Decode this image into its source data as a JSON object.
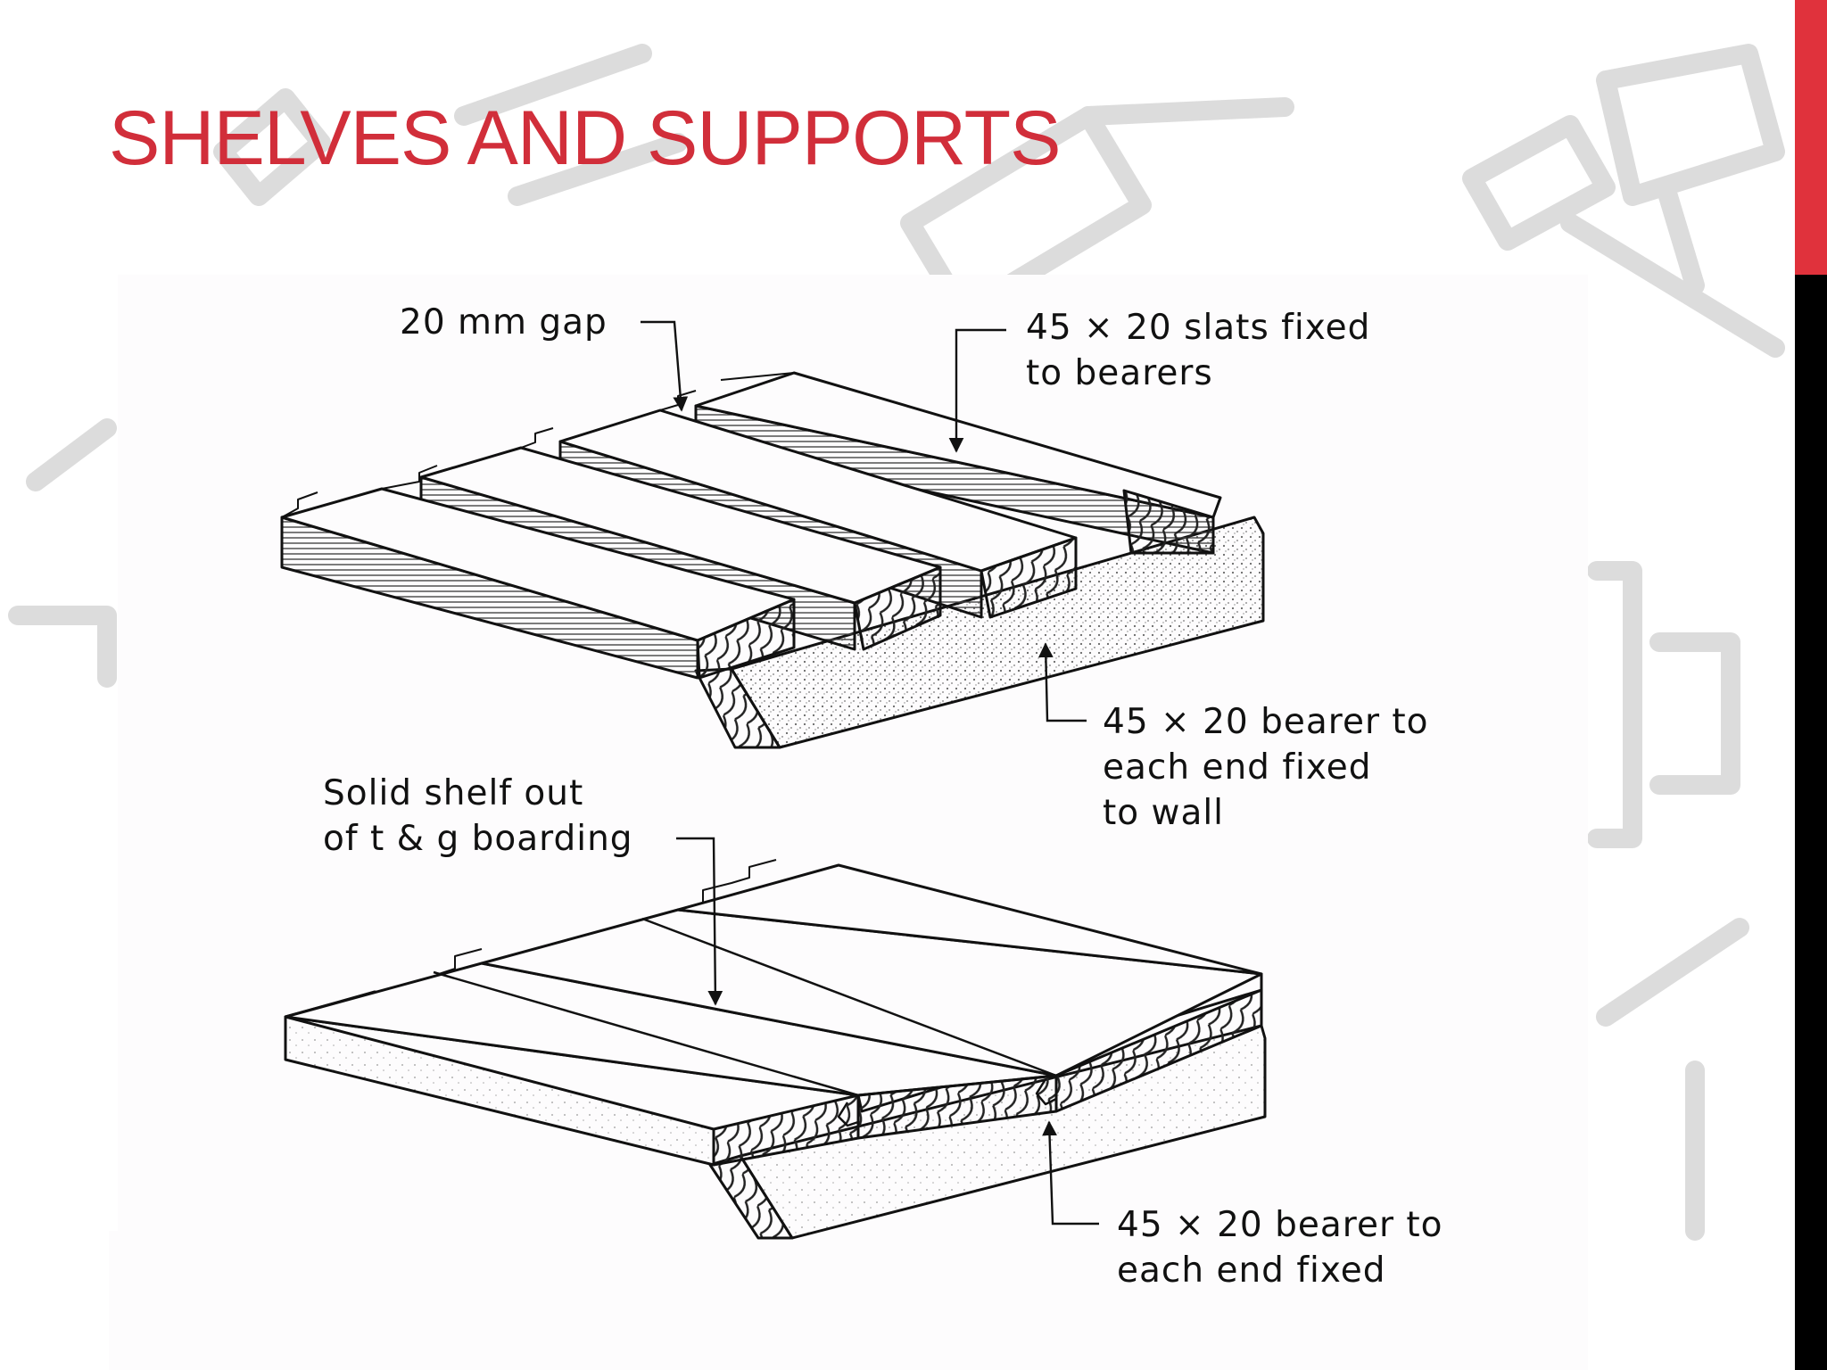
{
  "slide": {
    "title": "SHELVES AND SUPPORTS",
    "accent_color": "#e0323c",
    "title_color": "#d12e3a"
  },
  "diagram": {
    "slatted_shelf": {
      "gap_label": "20 mm gap",
      "slats_label": [
        "45 × 20 slats fixed",
        "to bearers"
      ],
      "bearer_label": [
        "45 × 20 bearer to",
        "each end fixed",
        "to wall"
      ]
    },
    "solid_shelf": {
      "shelf_label": [
        "Solid shelf out",
        "of t & g boarding"
      ],
      "bearer_label": [
        "45 × 20 bearer to",
        "each end fixed"
      ]
    }
  }
}
